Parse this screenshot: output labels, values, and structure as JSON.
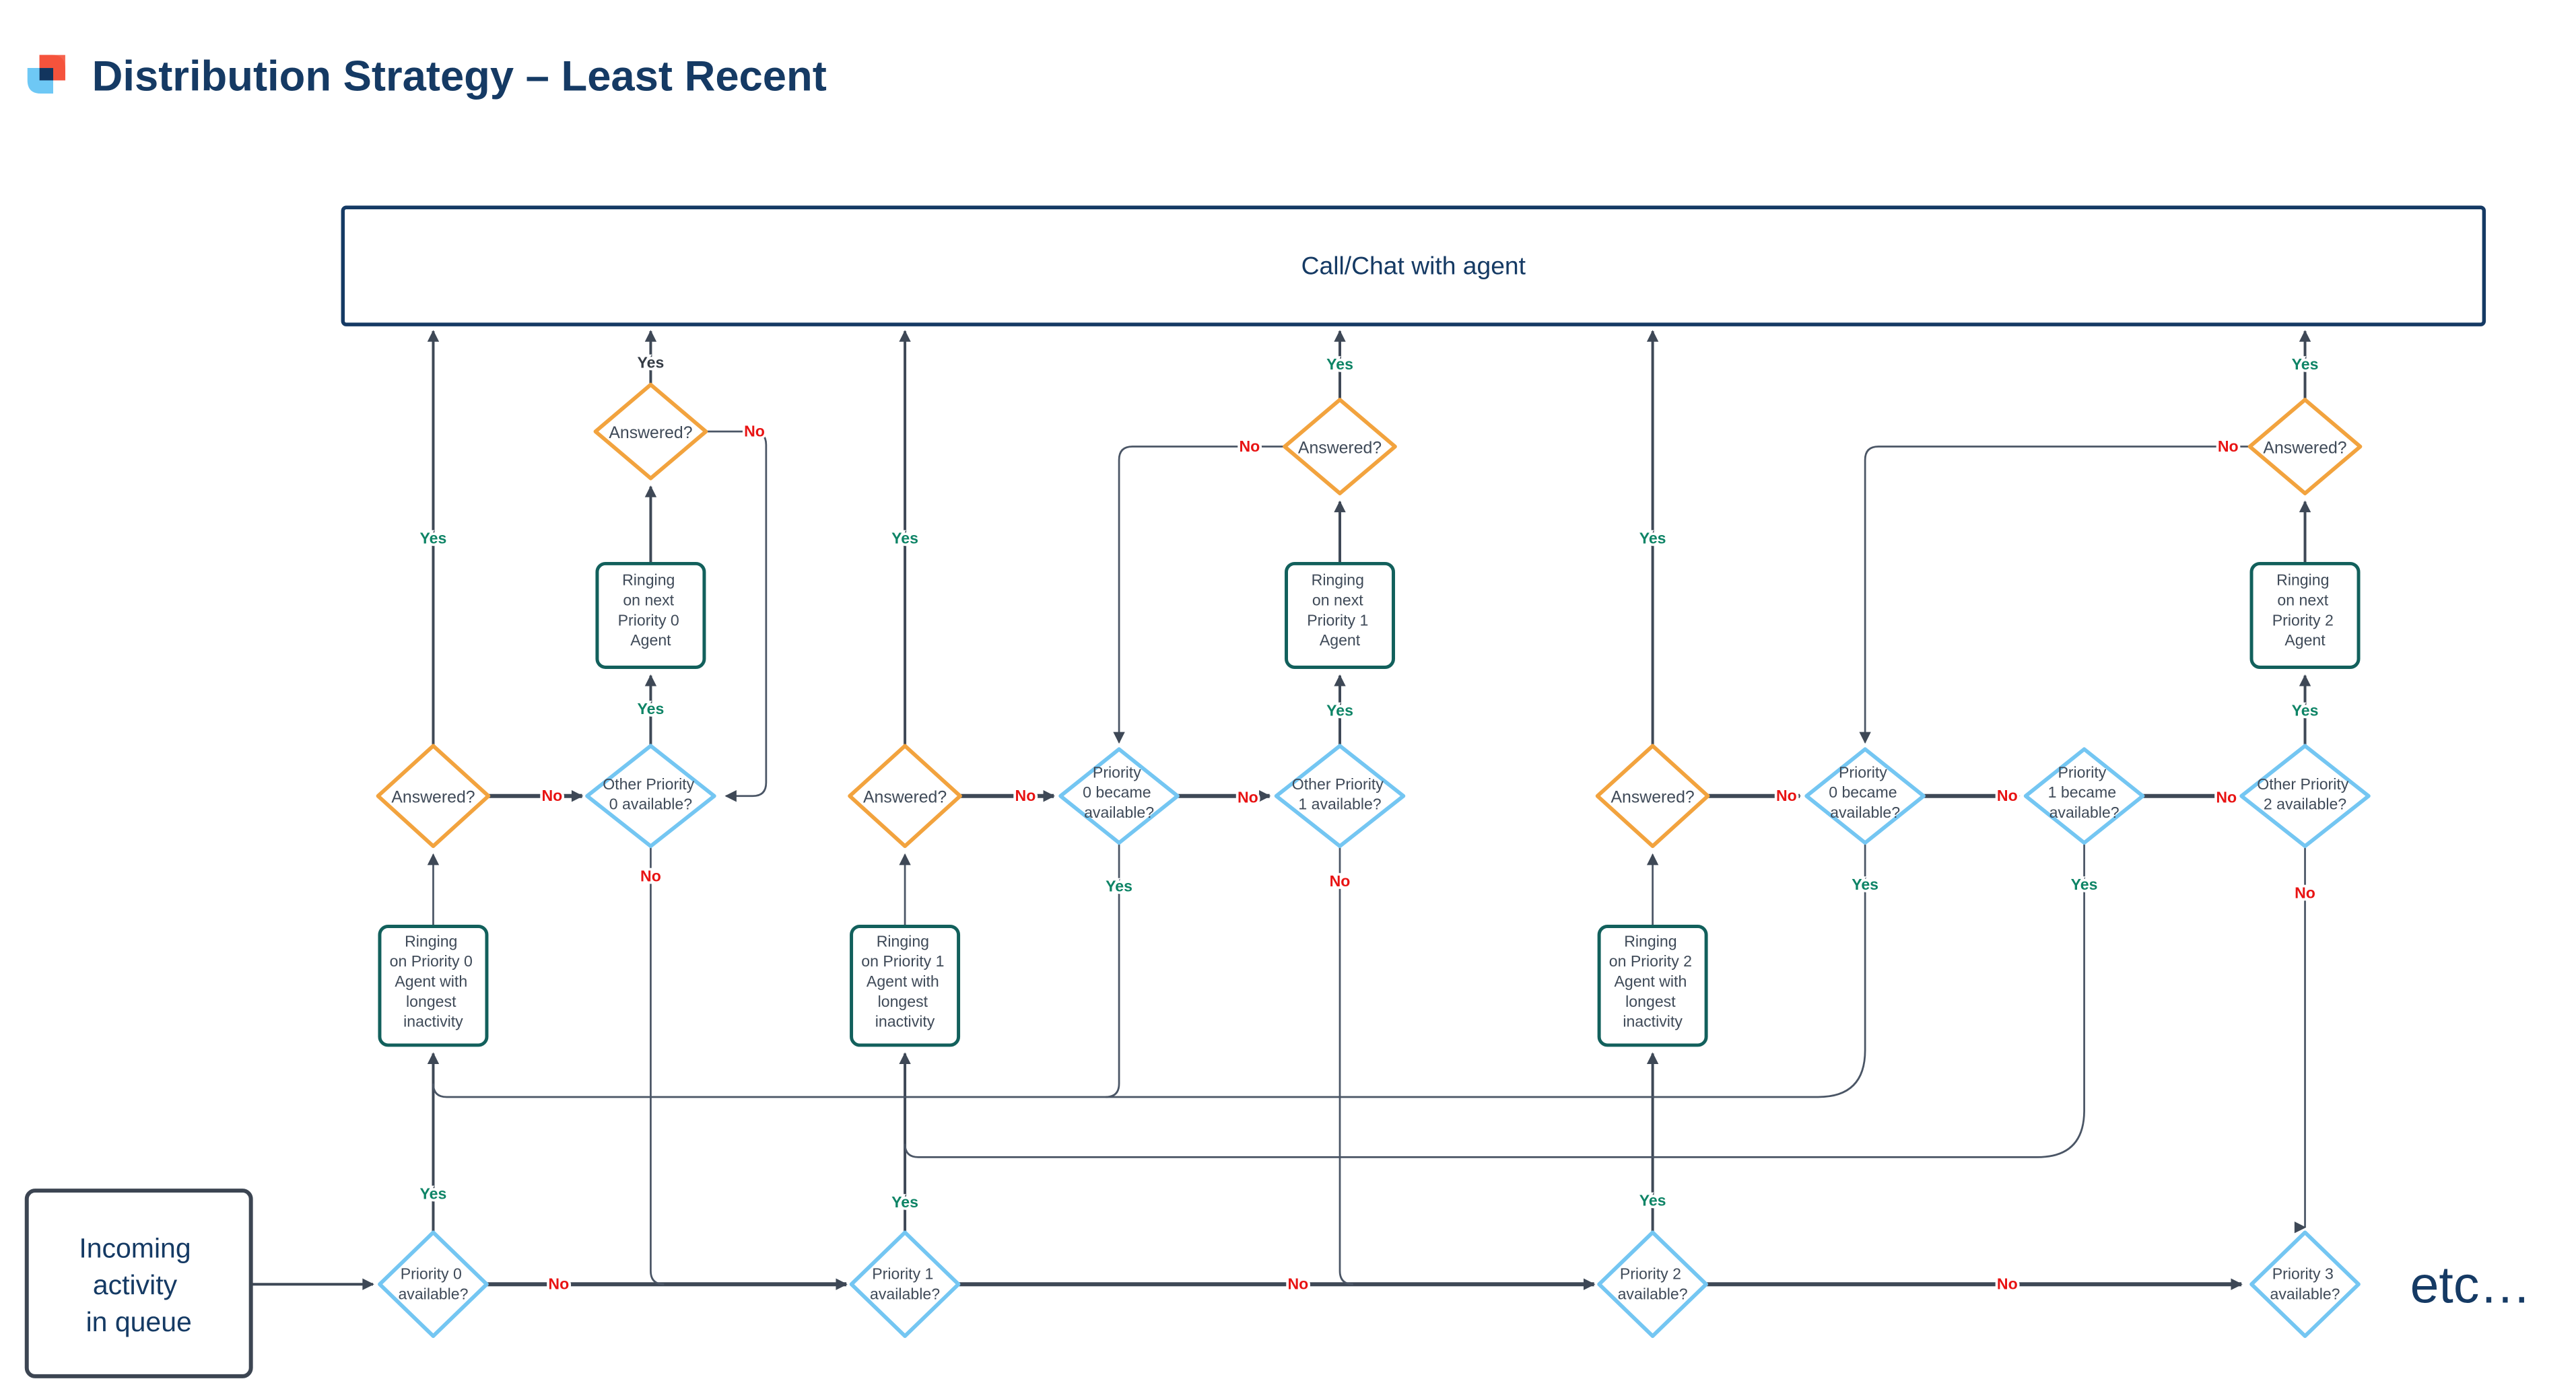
{
  "title": "Distribution Strategy – Least Recent",
  "labels": {
    "yes": "Yes",
    "no": "No",
    "answered": "Answered?"
  },
  "etc": "etc…",
  "call_chat": {
    "label": "Call/Chat with agent"
  },
  "incoming": {
    "l0": "Incoming",
    "l1": "activity",
    "l2": "in queue"
  },
  "diamonds": {
    "p0": {
      "l0": "Priority 0",
      "l1": "available?"
    },
    "p1": {
      "l0": "Priority 1",
      "l1": "available?"
    },
    "p2": {
      "l0": "Priority 2",
      "l1": "available?"
    },
    "p3": {
      "l0": "Priority 3",
      "l1": "available?"
    },
    "other0": {
      "l0": "Other Priority",
      "l1": "0 available?"
    },
    "other1": {
      "l0": "Other Priority",
      "l1": "1 available?"
    },
    "other2": {
      "l0": "Other Priority",
      "l1": "2 available?"
    },
    "became0": {
      "l0": "Priority",
      "l1": "0 became",
      "l2": "available?"
    },
    "became1": {
      "l0": "Priority",
      "l1": "1 became",
      "l2": "available?"
    }
  },
  "boxes": {
    "next0": {
      "l0": "Ringing",
      "l1": "on next",
      "l2": "Priority 0",
      "l3": "Agent"
    },
    "next1": {
      "l0": "Ringing",
      "l1": "on next",
      "l2": "Priority 1",
      "l3": "Agent"
    },
    "next2": {
      "l0": "Ringing",
      "l1": "on next",
      "l2": "Priority 2",
      "l3": "Agent"
    },
    "longest0": {
      "l0": "Ringing",
      "l1": "on Priority 0",
      "l2": "Agent with",
      "l3": "longest",
      "l4": "inactivity"
    },
    "longest1": {
      "l0": "Ringing",
      "l1": "on Priority 1",
      "l2": "Agent with",
      "l3": "longest",
      "l4": "inactivity"
    },
    "longest2": {
      "l0": "Ringing",
      "l1": "on Priority 2",
      "l2": "Agent with",
      "l3": "longest",
      "l4": "inactivity"
    }
  },
  "colors": {
    "navy": "#153A64",
    "orange": "#F2A33E",
    "blue": "#74C6F2",
    "teal": "#12605C",
    "slate": "#3C4552",
    "green": "#0E8466",
    "red": "#E81313",
    "line": "#3E4856",
    "logo-red": "#F4523B",
    "logo-blue": "#66C5F4"
  }
}
